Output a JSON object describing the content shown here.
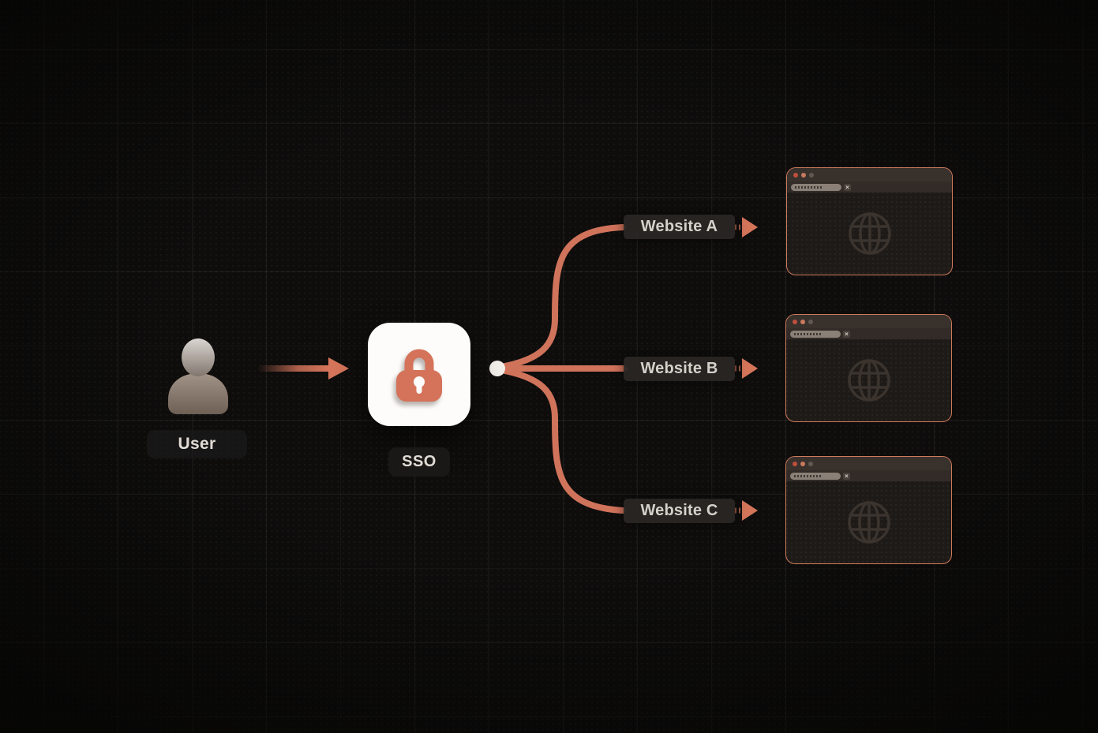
{
  "diagram": {
    "user": {
      "label": "User"
    },
    "sso": {
      "label": "SSO"
    },
    "websites": [
      {
        "label": "Website A"
      },
      {
        "label": "Website B"
      },
      {
        "label": "Website C"
      }
    ]
  },
  "browser_chrome": {
    "close_glyph": "×"
  },
  "icons": {
    "user": "person-icon",
    "sso": "lock-icon",
    "website": "globe-icon",
    "close": "close-icon",
    "branch": "branch-node-dot"
  },
  "colors": {
    "background": "#0e0d0c",
    "accent_coral": "#d4745a",
    "connector": "#d0735b",
    "sso_card": "#fdfcfa",
    "label_text": "#d6d1ca",
    "label_bg": "#2a2826",
    "window_border": "#cf7a5c",
    "window_titlebar": "#39312c",
    "window_content": "#1e1a17",
    "globe": "#3b332d",
    "node_dot": "#f2eee9"
  }
}
